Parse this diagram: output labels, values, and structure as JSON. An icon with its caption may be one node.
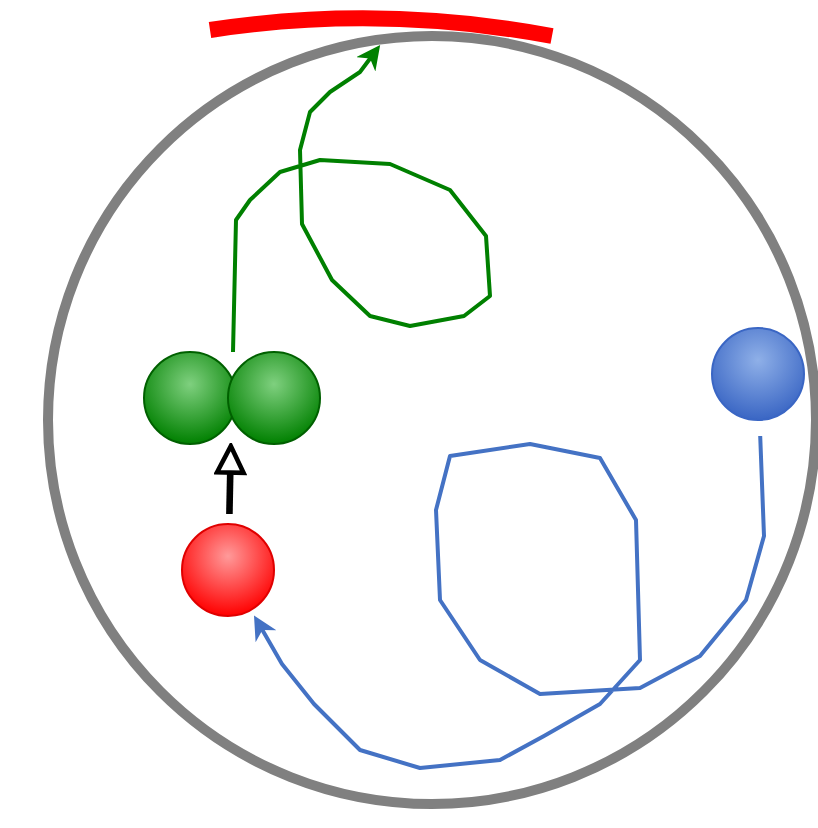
{
  "diagram": {
    "nodes": [
      {
        "text": [],
        "shape": "circle"
      },
      {
        "text": [],
        "shape": "bar"
      },
      {
        "text": [],
        "shape": "circle",
        "in": 0
      },
      {
        "text": [],
        "shape": "circle",
        "in": 0
      },
      {
        "text": [],
        "shape": "circle",
        "in": 0
      }
    ],
    "edges": [
      {
        "from": 2,
        "to": 1,
        "arrow": "to",
        "color": "#008000"
      },
      {
        "from": 4,
        "to": 2,
        "arrow": "to",
        "color": "#000000"
      },
      {
        "from": 3,
        "to": 4,
        "arrow": "to",
        "color": "#4472c4"
      }
    ]
  }
}
